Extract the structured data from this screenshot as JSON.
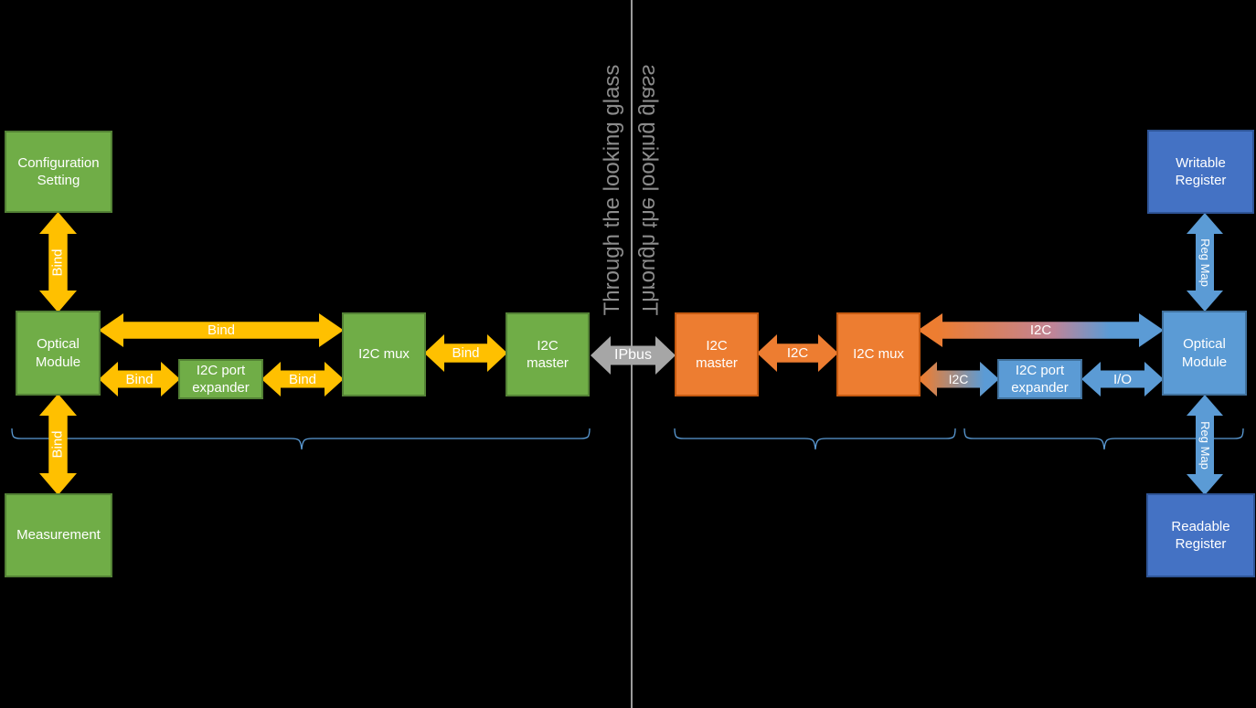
{
  "mirror_text": "Through the looking glass",
  "boxes": [
    {
      "id": "configuration-setting",
      "label": "Configuration\nSetting",
      "color": "#70AD47"
    },
    {
      "id": "optical-module-left",
      "label": "Optical\nModule",
      "color": "#70AD47"
    },
    {
      "id": "i2c-port-expander-left",
      "label": "I2C port\nexpander",
      "color": "#70AD47"
    },
    {
      "id": "i2c-mux-left",
      "label": "I2C mux",
      "color": "#70AD47"
    },
    {
      "id": "i2c-master-left",
      "label": "I2C\nmaster",
      "color": "#70AD47"
    },
    {
      "id": "measurement",
      "label": "Measurement",
      "color": "#70AD47"
    },
    {
      "id": "i2c-master-right",
      "label": "I2C\nmaster",
      "color": "#ED7D31"
    },
    {
      "id": "i2c-mux-right",
      "label": "I2C mux",
      "color": "#ED7D31"
    },
    {
      "id": "i2c-port-expander-right",
      "label": "I2C port\nexpander",
      "color": "#5B9BD5"
    },
    {
      "id": "optical-module-right",
      "label": "Optical\nModule",
      "color": "#5B9BD5"
    },
    {
      "id": "writable-register",
      "label": "Writable\nRegister",
      "color": "#4472C4"
    },
    {
      "id": "readable-register",
      "label": "Readable\nRegister",
      "color": "#4472C4"
    }
  ],
  "connections": [
    {
      "from": "configuration-setting",
      "to": "optical-module-left",
      "label": "Bind"
    },
    {
      "from": "optical-module-left",
      "to": "i2c-mux-left",
      "label": "Bind"
    },
    {
      "from": "optical-module-left",
      "to": "i2c-port-expander-left",
      "label": "Bind"
    },
    {
      "from": "i2c-port-expander-left",
      "to": "i2c-mux-left",
      "label": "Bind"
    },
    {
      "from": "i2c-mux-left",
      "to": "i2c-master-left",
      "label": "Bind"
    },
    {
      "from": "optical-module-left",
      "to": "measurement",
      "label": "Bind"
    },
    {
      "from": "i2c-master-left",
      "to": "i2c-master-right",
      "label": "IPbus"
    },
    {
      "from": "i2c-master-right",
      "to": "i2c-mux-right",
      "label": "I2C"
    },
    {
      "from": "i2c-mux-right",
      "to": "optical-module-right",
      "label": "I2C"
    },
    {
      "from": "i2c-mux-right",
      "to": "i2c-port-expander-right",
      "label": "I2C"
    },
    {
      "from": "i2c-port-expander-right",
      "to": "optical-module-right",
      "label": "I/O"
    },
    {
      "from": "writable-register",
      "to": "optical-module-right",
      "label": "Reg Map"
    },
    {
      "from": "optical-module-right",
      "to": "readable-register",
      "label": "Reg Map"
    }
  ],
  "colors": {
    "background": "#000000",
    "green_fill": "#70AD47",
    "green_border": "#538135",
    "orange_fill": "#ED7D31",
    "orange_border": "#C55A11",
    "light_blue_fill": "#5B9BD5",
    "light_blue_border": "#41719C",
    "dark_blue_fill": "#4472C4",
    "dark_blue_border": "#2F5597",
    "gold_arrow": "#FFC000",
    "gray_arrow": "#A6A6A6",
    "divider_line": "#9A9A9A",
    "mirror_text": "#8C8C8C",
    "brace_line": "#5B9BD5"
  }
}
